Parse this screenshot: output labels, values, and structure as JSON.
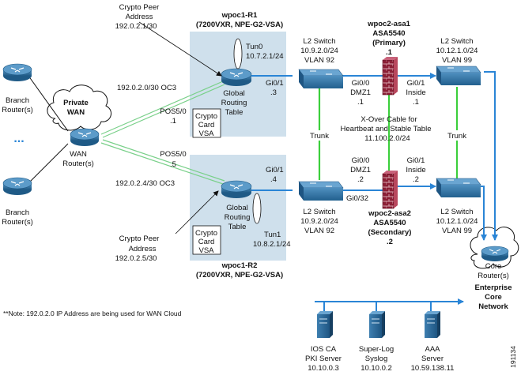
{
  "routers": {
    "r1": {
      "name": "wpoc1-R1",
      "model": "(7200VXR, NPE-G2-VSA)",
      "tunnel": "Tun0",
      "tunnel_ip": "10.7.2.1/24",
      "interface": "Gi0/1",
      "interface_ip": ".3",
      "pos": "POS5/0",
      "pos_ip": ".1"
    },
    "r2": {
      "name": "wpoc1-R2",
      "model": "(7200VXR, NPE-G2-VSA)",
      "tunnel": "Tun1",
      "tunnel_ip": "10.8.2.1/24",
      "interface": "Gi0/1",
      "interface_ip": ".4",
      "pos": "POS5/0",
      "pos_ip": ".5"
    }
  },
  "global_routing_table": [
    "Global",
    "Routing",
    "Table"
  ],
  "crypto_card": [
    "Crypto",
    "Card",
    "VSA"
  ],
  "crypto_peer": {
    "top": {
      "line1": "Crypto Peer",
      "line2": "Address",
      "ip": "192.0.2.1/30"
    },
    "bottom": {
      "line1": "Crypto Peer",
      "line2": "Address",
      "ip": "192.0.2.5/30"
    }
  },
  "wan_links": {
    "top": "192.0.2.0/30 OC3",
    "bottom": "192.0.2.4/30 OC3"
  },
  "wan": {
    "cloud_line1": "Private",
    "cloud_line2": "WAN",
    "router_line1": "WAN",
    "router_line2": "Router(s)"
  },
  "branch": {
    "line1": "Branch",
    "line2": "Router(s)",
    "ellipsis": "..."
  },
  "switches": {
    "tl": {
      "title": "L2 Switch",
      "subnet": "10.9.2.0/24",
      "vlan": "VLAN 92"
    },
    "tr": {
      "title": "L2 Switch",
      "subnet": "10.12.1.0/24",
      "vlan": "VLAN 99"
    },
    "bl": {
      "title": "L2 Switch",
      "subnet": "10.9.2.0/24",
      "vlan": "VLAN 92"
    },
    "br": {
      "title": "L2 Switch",
      "subnet": "10.12.1.0/24",
      "vlan": "VLAN 99"
    }
  },
  "asa1": {
    "name": "wpoc2-asa1",
    "model": "ASA5540",
    "role": "(Primary)",
    "ip": ".1",
    "dmz_if": "Gi0/0",
    "dmz_name": "DMZ1",
    "dmz_ip": ".1",
    "inside_if": "Gi0/1",
    "inside_name": "Inside",
    "inside_ip": ".1"
  },
  "asa2": {
    "name": "wpoc2-asa2",
    "model": "ASA5540",
    "role": "(Secondary)",
    "ip": ".2",
    "dmz_if": "Gi0/0",
    "dmz_name": "DMZ1",
    "dmz_ip": ".2",
    "inside_if": "Gi0/1",
    "inside_name": "Inside",
    "inside_ip": ".2",
    "hb_if": "Gi0/32"
  },
  "xover": {
    "line1": "X-Over Cable for",
    "line2": "Heartbeat and Stable Table",
    "line3": "11.100.2.0/24"
  },
  "trunk": {
    "left": "Trunk",
    "right": "Trunk"
  },
  "core": {
    "line1": "Core",
    "line2": "Router(s)",
    "net1": "Enterprise",
    "net2": "Core",
    "net3": "Network"
  },
  "servers": [
    {
      "line1": "IOS CA",
      "line2": "PKI Server",
      "ip": "10.10.0.3"
    },
    {
      "line1": "Super-Log",
      "line2": "Syslog",
      "ip": "10.10.0.2"
    },
    {
      "line1": "AAA",
      "line2": "Server",
      "ip": "10.59.138.11"
    }
  ],
  "note": "**Note: 192.0.2.0 IP Address are being used for WAN Cloud",
  "figure_id": "191134",
  "colors": {
    "panel": "#cfe0ec",
    "router": "#2d6f9e",
    "switch": "#2d6f9e",
    "wan_link": "#7ad08a",
    "trunk": "#3ccf3c",
    "flow": "#2a85d6",
    "firewall": "#9e2c3f"
  }
}
